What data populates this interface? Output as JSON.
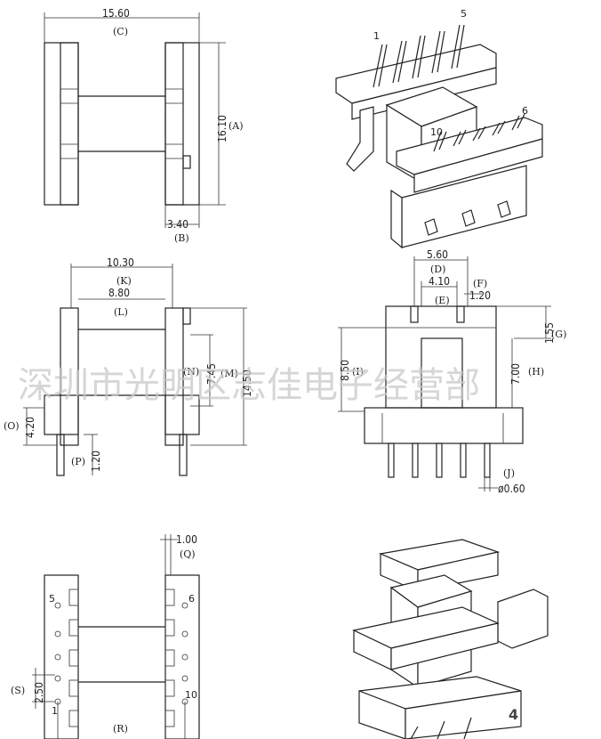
{
  "dimensions": {
    "A": {
      "value": "16.10",
      "label": "(A)"
    },
    "B": {
      "value": "3.40",
      "label": "(B)"
    },
    "C": {
      "value": "15.60",
      "label": "(C)"
    },
    "D": {
      "value": "5.60",
      "label": "(D)"
    },
    "E": {
      "value": "4.10",
      "label": "(E)"
    },
    "F": {
      "value": "1.20",
      "label": "(F)"
    },
    "G": {
      "value": "1.55",
      "label": "(G)"
    },
    "H": {
      "value": "7.00",
      "label": "(H)"
    },
    "I": {
      "value": "8.50",
      "label": "(I)"
    },
    "J": {
      "value": "ø0.60",
      "label": "(J)"
    },
    "K": {
      "value": "10.30",
      "label": "(K)"
    },
    "L": {
      "value": "8.80",
      "label": "(L)"
    },
    "M": {
      "value": "14.50",
      "label": "(M)"
    },
    "N": {
      "value": "7.45",
      "label": "(N)"
    },
    "O": {
      "value": "4.20",
      "label": "(O)"
    },
    "P": {
      "value": "1.20",
      "label": "(P)"
    },
    "Q": {
      "value": "1.00",
      "label": "(Q)"
    },
    "R": {
      "label": "(R)"
    },
    "S": {
      "value": "2.50",
      "label": "(S)"
    }
  },
  "pins": {
    "p1": "1",
    "p5": "5",
    "p6": "6",
    "p10": "10"
  },
  "watermark": "深圳市光明区志佳电子经营部",
  "page_number": "4",
  "colors": {
    "line": "#222222",
    "watermark": "#c9c9c9",
    "background": "#ffffff"
  }
}
